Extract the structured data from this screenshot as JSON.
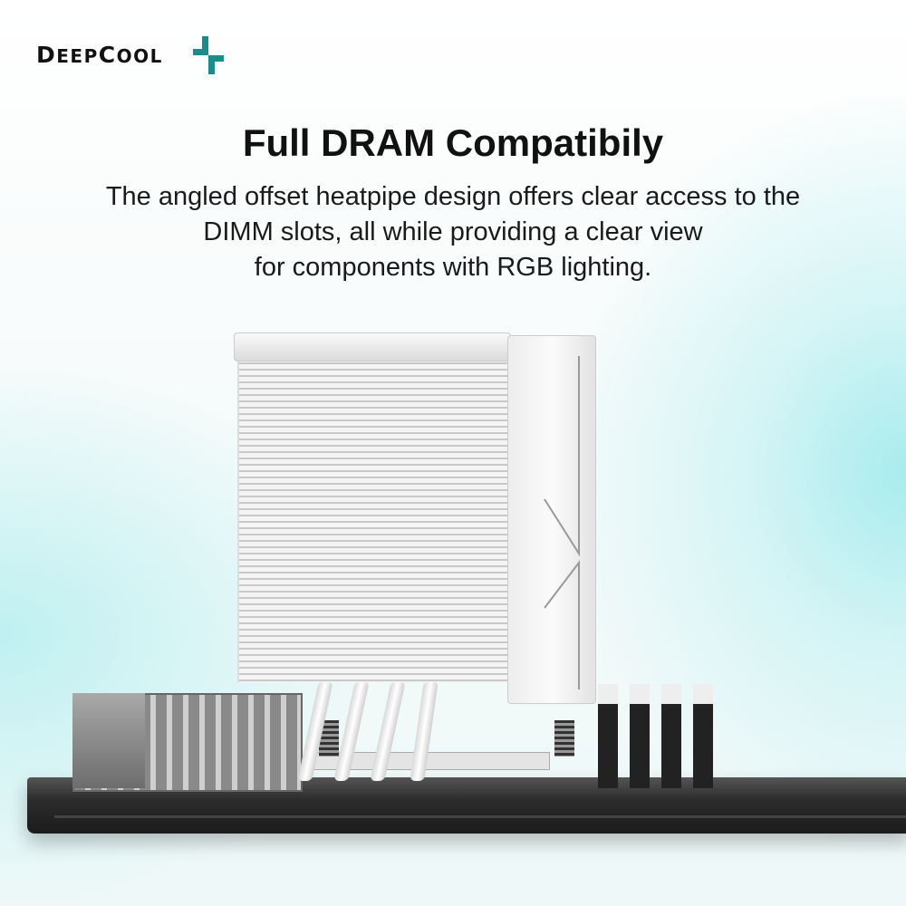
{
  "brand": {
    "name": "DeepCool",
    "logo_text": "DEEPCOOL",
    "accent": "#1a8c8c"
  },
  "headline": "Full DRAM Compatibily",
  "description": {
    "lines": [
      "The angled offset heatpipe design offers clear access to the",
      "DIMM slots, all while providing a clear view",
      "for components with RGB lighting."
    ]
  }
}
